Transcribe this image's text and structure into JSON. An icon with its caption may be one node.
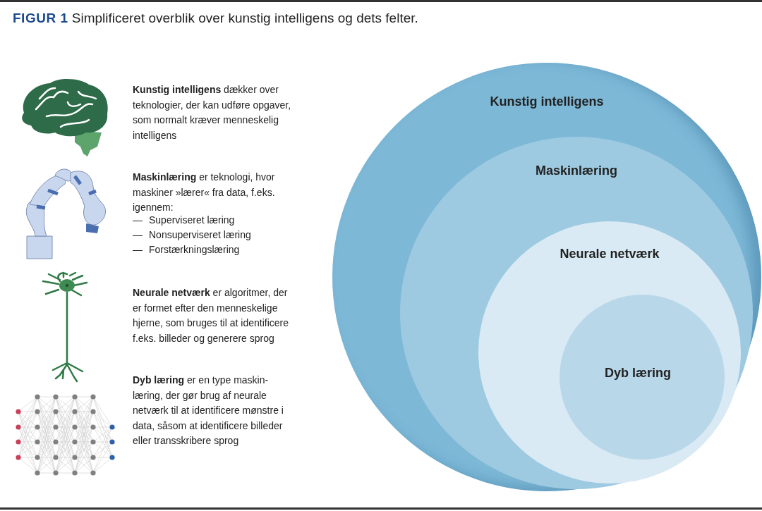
{
  "diagram": {
    "title": "**FIGUR 1** Simplificeret overblik over kunstig intelligens og dets felter.",
    "nodes": [
      {
        "text": [
          "Kunstig intelligens"
        ]
      },
      {
        "text": [
          "Maskinlæring"
        ],
        "in": 0
      },
      {
        "text": [
          "Neurale netværk"
        ],
        "in": 1
      },
      {
        "text": [
          "Dyb læring"
        ],
        "in": 2
      }
    ],
    "edges": [],
    "labels": [
      "**Kunstig intelligens** dækker over teknologier, der kan udføre opgaver, som normalt kræver menneskelig intelligens",
      "**Maskinlæring** er teknologi, hvor maskiner »lærer« fra data, f.eks. igennem:",
      "—",
      "Superviseret læring",
      "—",
      "Nonsuperviseret læring",
      "—",
      "Forstærkningslæring",
      "**Neurale netværk** er algoritmer, der er formet efter den menneskelige hjerne, som bruges til at identificere f.eks. billeder og generere sprog",
      "**Dyb læring** er en type maskin-læring, der gør brug af neurale netværk til at identificere mønstre i data, såsom at identificere billeder eller transskribere sprog"
    ]
  }
}
